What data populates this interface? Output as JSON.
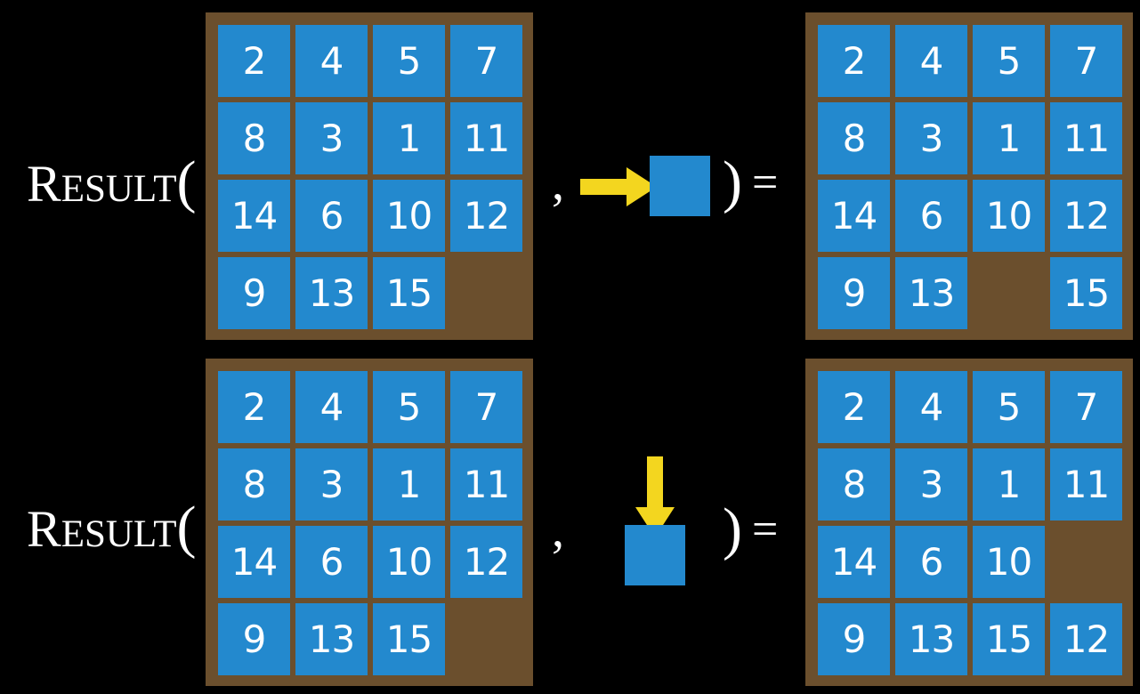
{
  "background_color": "#000000",
  "palette": {
    "tile": "#2389CE",
    "board": "#6B4F2D",
    "arrow": "#F3D61F",
    "text": "#FFFFFF"
  },
  "rows": [
    {
      "id": "row-right-move",
      "label": {
        "big": "R",
        "small": "ESULT",
        "paren": "("
      },
      "comma": ",",
      "close_paren": ")",
      "equals": "=",
      "operand": {
        "kind": "blank-tile-with-arrow",
        "arrow_direction": "right",
        "arrow_icon": "arrow-right-icon",
        "square_label": ""
      },
      "input_board": {
        "name": "input-board-top",
        "tiles": [
          [
            "2",
            "4",
            "5",
            "7"
          ],
          [
            "8",
            "3",
            "1",
            "11"
          ],
          [
            "14",
            "6",
            "10",
            "12"
          ],
          [
            "9",
            "13",
            "15",
            ""
          ]
        ]
      },
      "output_board": {
        "name": "output-board-top",
        "tiles": [
          [
            "2",
            "4",
            "5",
            "7"
          ],
          [
            "8",
            "3",
            "1",
            "11"
          ],
          [
            "14",
            "6",
            "10",
            "12"
          ],
          [
            "9",
            "13",
            "",
            "15"
          ]
        ]
      }
    },
    {
      "id": "row-down-move",
      "label": {
        "big": "R",
        "small": "ESULT",
        "paren": "("
      },
      "comma": ",",
      "close_paren": ")",
      "equals": "=",
      "operand": {
        "kind": "blank-tile-with-arrow",
        "arrow_direction": "down",
        "arrow_icon": "arrow-down-icon",
        "square_label": ""
      },
      "input_board": {
        "name": "input-board-bottom",
        "tiles": [
          [
            "2",
            "4",
            "5",
            "7"
          ],
          [
            "8",
            "3",
            "1",
            "11"
          ],
          [
            "14",
            "6",
            "10",
            "12"
          ],
          [
            "9",
            "13",
            "15",
            ""
          ]
        ]
      },
      "output_board": {
        "name": "output-board-bottom",
        "tiles": [
          [
            "2",
            "4",
            "5",
            "7"
          ],
          [
            "8",
            "3",
            "1",
            "11"
          ],
          [
            "14",
            "6",
            "10",
            ""
          ],
          [
            "9",
            "13",
            "15",
            "12"
          ]
        ]
      }
    }
  ]
}
